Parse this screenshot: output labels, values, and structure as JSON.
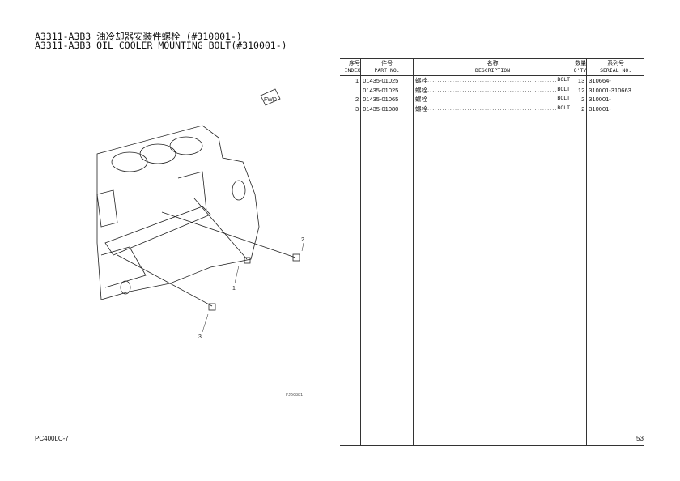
{
  "title": {
    "line1": "A3311-A3B3 油冷却器安装件螺栓 (#310001-)",
    "line2": "A3311-A3B3 OIL COOLER MOUNTING BOLT(#310001-)"
  },
  "illustration": {
    "fwd_label": "FWD",
    "callouts": [
      "1",
      "2",
      "3"
    ],
    "drawing_code": "PJ6C881"
  },
  "table": {
    "headers": [
      {
        "cn": "序号",
        "en": "INDEX"
      },
      {
        "cn": "件号",
        "en": "PART NO."
      },
      {
        "cn": "名称",
        "en": "DESCRIPTION"
      },
      {
        "cn": "数量",
        "en": "Q'TY"
      },
      {
        "cn": "系列号",
        "en": "SERIAL NO."
      }
    ],
    "rows": [
      {
        "index": "1",
        "part_no": "01435-01025",
        "desc_cn": "螺栓",
        "desc_en": "BOLT",
        "qty": "13",
        "serial": "310664-"
      },
      {
        "index": "",
        "part_no": "01435-01025",
        "desc_cn": "螺栓",
        "desc_en": "BOLT",
        "qty": "12",
        "serial": "310001-310663"
      },
      {
        "index": "2",
        "part_no": "01435-01065",
        "desc_cn": "螺栓",
        "desc_en": "BOLT",
        "qty": "2",
        "serial": "310001-"
      },
      {
        "index": "3",
        "part_no": "01435-01080",
        "desc_cn": "螺栓",
        "desc_en": "BOLT",
        "qty": "2",
        "serial": "310001-"
      }
    ]
  },
  "footer": {
    "model": "PC400LC-7",
    "page": "53"
  }
}
